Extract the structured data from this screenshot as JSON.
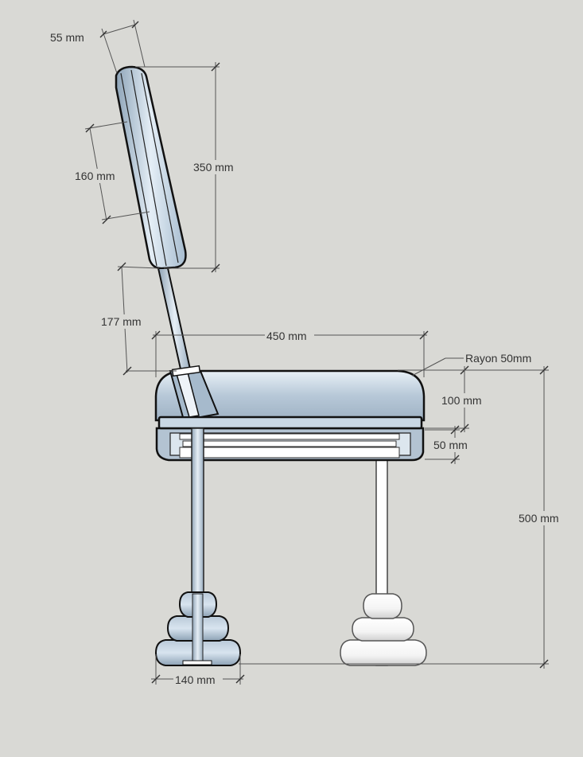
{
  "dimensions": {
    "backrest_thickness": "55 mm",
    "backrest_height": "350 mm",
    "backrest_inner": "160 mm",
    "post_gap": "177 mm",
    "seat_depth": "450 mm",
    "corner_radius": "Rayon 50mm",
    "cushion_height": "100 mm",
    "frame_height": "50 mm",
    "seat_height": "500 mm",
    "foot_diameter": "140 mm"
  },
  "colors": {
    "background": "#d9d9d5",
    "shaded_blue": "#a9bdd0",
    "light_blue": "#dbe8f3",
    "white": "#ffffff",
    "outline": "#111111"
  }
}
